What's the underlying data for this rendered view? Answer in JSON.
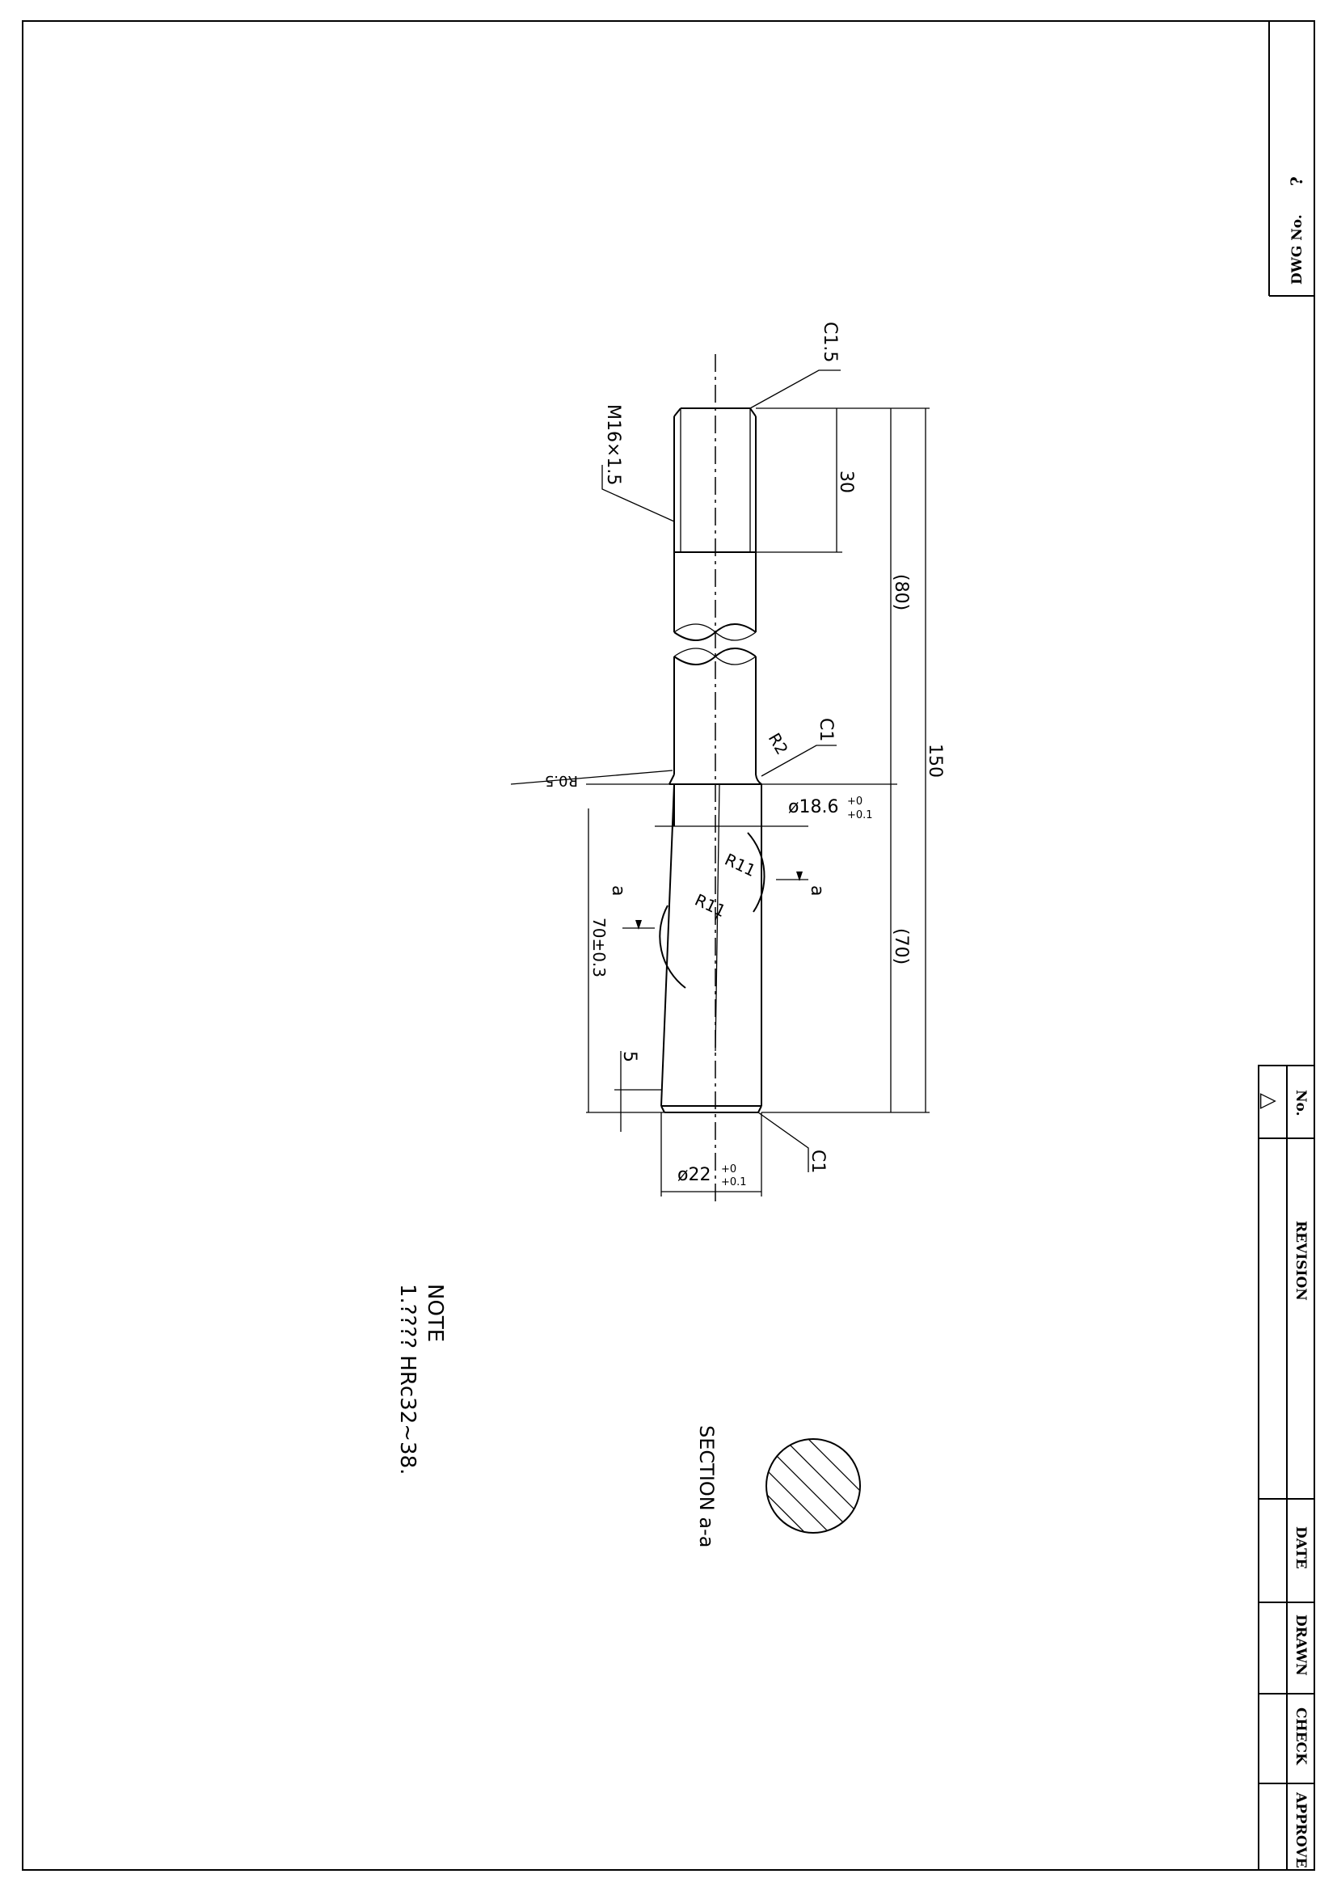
{
  "title_block": {
    "dwg_no_label": "DWG No.",
    "dwg_no_value": "?",
    "revision_headers": {
      "no": "No.",
      "revision": "REVISION",
      "date": "DATE",
      "drawn": "DRAWN",
      "check": "CHECK",
      "approve": "APPROVE"
    },
    "revision_mark": "△"
  },
  "callouts": {
    "chamfer_thread_end": "C1.5",
    "thread": "M16×1.5",
    "thread_length": "30",
    "length_80": "(80)",
    "length_total": "150",
    "chamfer_shoulder": "C1",
    "fillet_r2": "R2",
    "fillet_r05": "R0.5",
    "dia_neck": "ø18.6",
    "dia_neck_tol_upper": "+0",
    "dia_neck_tol_lower": "+0.1",
    "radius_r11_a": "R11",
    "radius_r11_b": "R11",
    "section_mark_left": "a",
    "section_mark_right": "a",
    "length_70_tol": "70±0.3",
    "length_70": "(70)",
    "offset_5": "5",
    "chamfer_end": "C1",
    "dia_body": "ø22",
    "dia_body_tol_upper": "+0",
    "dia_body_tol_lower": "+0.1"
  },
  "section": {
    "label": "SECTION a-a"
  },
  "note": {
    "heading": "NOTE",
    "line1": "1.???? HRc32~38."
  }
}
